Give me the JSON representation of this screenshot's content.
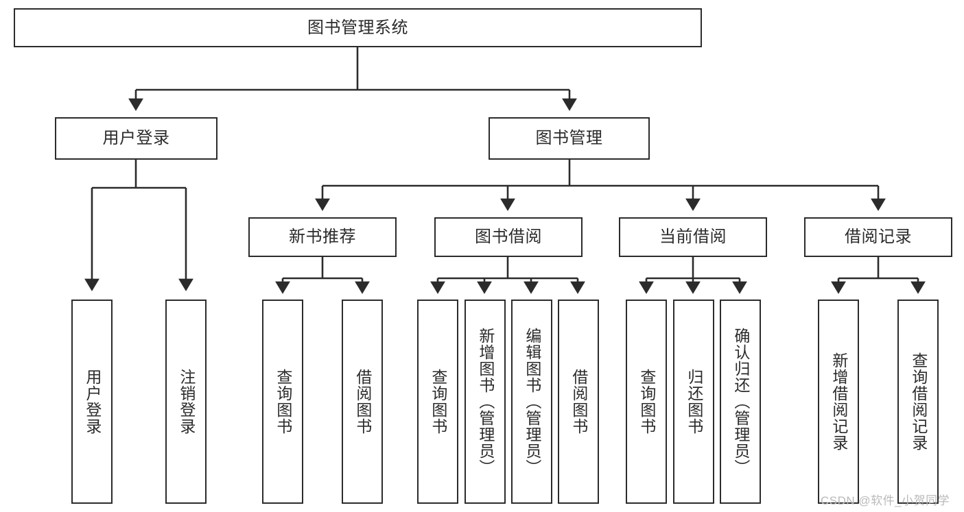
{
  "diagram": {
    "type": "hierarchy-tree",
    "title": "图书管理系统",
    "colors": {
      "stroke": "#2b2b2b",
      "fill": "#ffffff",
      "text": "#2b2b2b",
      "watermark": "#b9b9b9"
    },
    "root": {
      "label": "图书管理系统"
    },
    "level2": [
      {
        "label": "用户登录"
      },
      {
        "label": "图书管理"
      }
    ],
    "level3": [
      {
        "label": "新书推荐"
      },
      {
        "label": "图书借阅"
      },
      {
        "label": "当前借阅"
      },
      {
        "label": "借阅记录"
      }
    ],
    "leaves": {
      "user_login": [
        {
          "label": "用户登录"
        },
        {
          "label": "注销登录"
        }
      ],
      "new_book_recommend": [
        {
          "label": "查询图书"
        },
        {
          "label": "借阅图书"
        }
      ],
      "book_borrow": [
        {
          "label": "查询图书"
        },
        {
          "label": "新增图书（管理员）"
        },
        {
          "label": "编辑图书（管理员）"
        },
        {
          "label": "借阅图书"
        }
      ],
      "current_borrow": [
        {
          "label": "查询图书"
        },
        {
          "label": "归还图书"
        },
        {
          "label": "确认归还（管理员）"
        }
      ],
      "borrow_record": [
        {
          "label": "新增借阅记录"
        },
        {
          "label": "查询借阅记录"
        }
      ]
    },
    "watermark": "CSDN @软件_小贺同学"
  }
}
